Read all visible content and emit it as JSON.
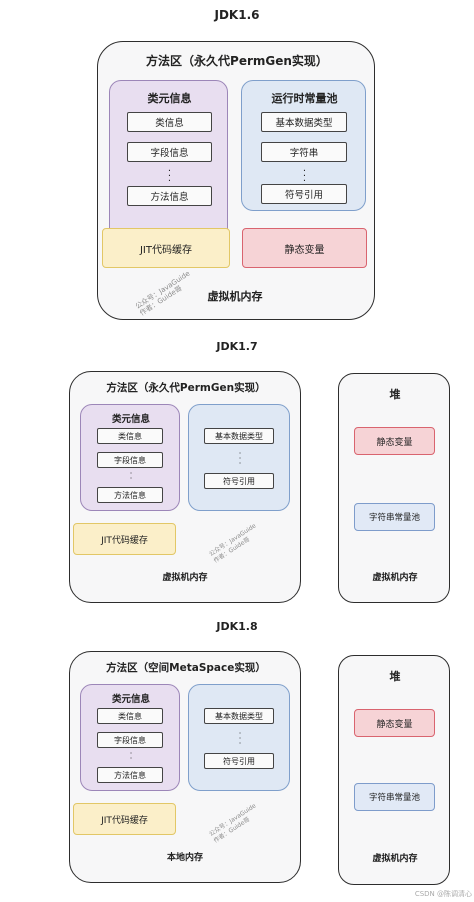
{
  "jdk16": {
    "title": "JDK1.6",
    "method_area_title": "方法区（永久代PermGen实现）",
    "class_meta_title": "类元信息",
    "class_meta_items": [
      "类信息",
      "字段信息",
      "方法信息"
    ],
    "runtime_pool_title": "运行时常量池",
    "runtime_pool_items": [
      "基本数据类型",
      "字符串",
      "符号引用"
    ],
    "jit": "JIT代码缓存",
    "static_vars": "静态变量",
    "memory_label": "虚拟机内存",
    "watermark_line1": "公众号：JavaGuide",
    "watermark_line2": "作者：Guide哥"
  },
  "jdk17": {
    "title": "JDK1.7",
    "method_area_title": "方法区（永久代PermGen实现）",
    "class_meta_title": "类元信息",
    "class_meta_items": [
      "类信息",
      "字段信息",
      "方法信息"
    ],
    "runtime_pool_items": [
      "基本数据类型",
      "符号引用"
    ],
    "jit": "JIT代码缓存",
    "memory_label": "虚拟机内存",
    "heap_title": "堆",
    "heap_static": "静态变量",
    "heap_string_pool": "字符串常量池",
    "heap_memory_label": "虚拟机内存",
    "watermark_line1": "公众号：JavaGuide",
    "watermark_line2": "作者：Guide哥"
  },
  "jdk18": {
    "title": "JDK1.8",
    "method_area_title": "方法区（空间MetaSpace实现）",
    "class_meta_title": "类元信息",
    "class_meta_items": [
      "类信息",
      "字段信息",
      "方法信息"
    ],
    "runtime_pool_items": [
      "基本数据类型",
      "符号引用"
    ],
    "jit": "JIT代码缓存",
    "memory_label": "本地内存",
    "heap_title": "堆",
    "heap_static": "静态变量",
    "heap_string_pool": "字符串常量池",
    "heap_memory_label": "虚拟机内存",
    "watermark_line1": "公众号：JavaGuide",
    "watermark_line2": "作者：Guide哥"
  },
  "footer_watermark": "CSDN @陈调清心"
}
